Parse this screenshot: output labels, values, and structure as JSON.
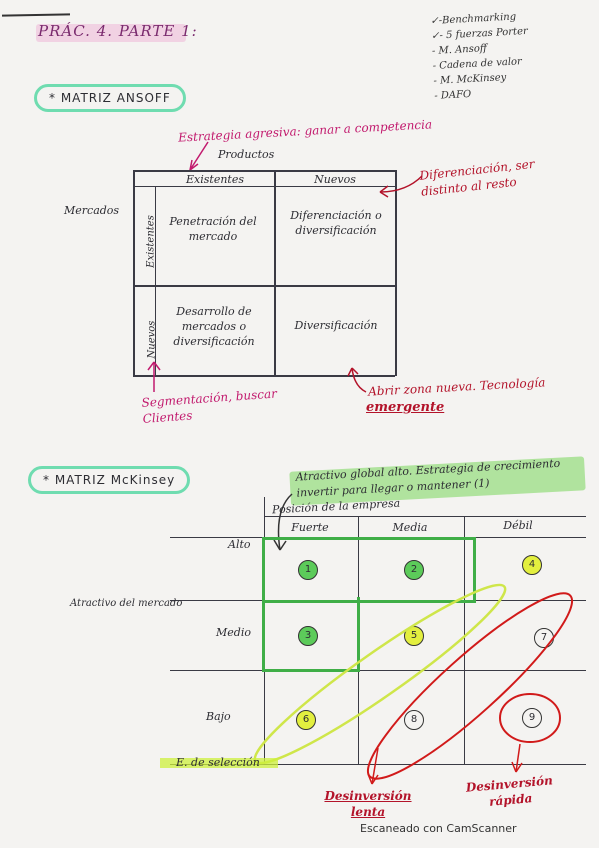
{
  "header": {
    "title": "PRÁC. 4. PARTE 1:",
    "checklist": [
      "✓-Benchmarking",
      "✓- 5 fuerzas Porter",
      "- M. Ansoff",
      "- Cadena de valor",
      "- M. McKinsey",
      "- DAFO"
    ]
  },
  "ansoff": {
    "heading": "* MATRIZ ANSOFF",
    "strategy_note": "Estrategia agresiva: ganar a competencia",
    "products_label": "Productos",
    "col_headers": [
      "Existentes",
      "Nuevos"
    ],
    "markets_label": "Mercados",
    "row_headers": [
      "Existentes",
      "Nuevos"
    ],
    "cells": [
      [
        "Penetración del mercado",
        "Diferenciación o diversificación"
      ],
      [
        "Desarrollo de mercados o diversificación",
        "Diversificación"
      ]
    ],
    "diferenciacion_note": "Diferenciación, ser distinto al resto",
    "segmentacion_note": "Segmentación, buscar Clientes",
    "abrir_note_main": "Abrir zona nueva. Tecnología",
    "abrir_note_emph": "emergente"
  },
  "mckinsey": {
    "heading": "* MATRIZ McKinsey",
    "top_note": "Atractivo global alto. Estrategia de crecimiento invertir para llegar o mantener (1)",
    "position_label": "Posición de la empresa",
    "col_headers": [
      "Fuerte",
      "Media",
      "Débil"
    ],
    "row_headers": [
      "Alto",
      "Medio",
      "Bajo"
    ],
    "attractiveness_label": "Atractivo del mercado",
    "cells": [
      [
        "1",
        "2",
        "4"
      ],
      [
        "3",
        "5",
        "7"
      ],
      [
        "6",
        "8",
        "9"
      ]
    ],
    "selection_label": "E. de selección",
    "desinversion_lenta": "Desinversión lenta",
    "desinversion_rapida": "Desinversión rápida"
  },
  "footer": {
    "scanner": "Escaneado con CamScanner"
  },
  "colors": {
    "red": "#b3132a",
    "magenta": "#c21a6e",
    "green": "#5ccb5a",
    "yellow": "#e3ef3f",
    "teal": "#6fdcb0"
  }
}
